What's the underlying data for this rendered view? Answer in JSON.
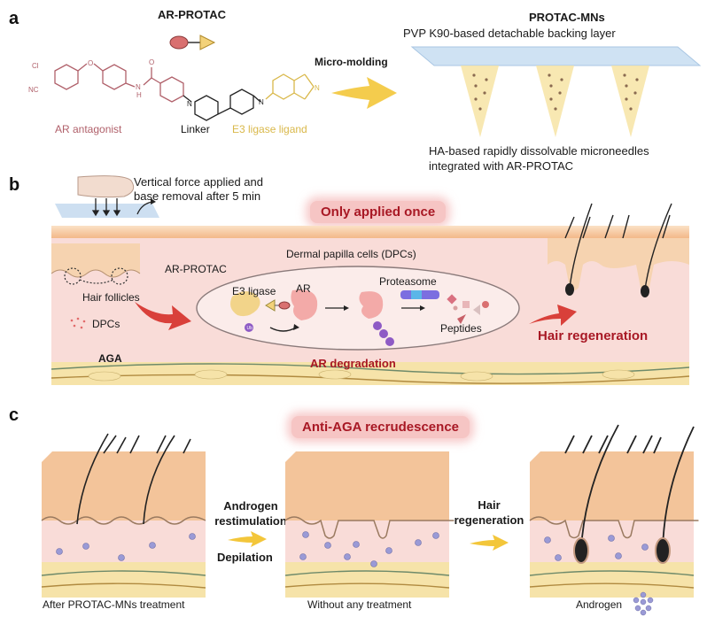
{
  "panels": {
    "a": {
      "letter": "a",
      "protac_title": "AR-PROTAC",
      "chem_labels": {
        "cl": "Cl",
        "nc": "NC",
        "o": "O",
        "n": "N",
        "h": "H",
        "nh": "NH"
      },
      "legend": {
        "antagonist": "AR antagonist",
        "linker": "Linker",
        "e3_ligand": "E3 ligase ligand"
      },
      "process_label": "Micro-molding",
      "mn_title": "PROTAC-MNs",
      "backing_label": "PVP K90-based detachable backing layer",
      "needle_label_line1": "HA-based rapidly dissolvable microneedles",
      "needle_label_line2": "integrated with AR-PROTAC"
    },
    "b": {
      "letter": "b",
      "force_label_line1": "Vertical force applied and",
      "force_label_line2": "base removal after 5 min",
      "badge": "Only applied once",
      "dpc_cell_title": "Dermal papilla cells (DPCs)",
      "protac_label": "AR-PROTAC",
      "hair_follicles": "Hair follicles",
      "dpcs": "DPCs",
      "aga": "AGA",
      "e3_ligase": "E3 ligase",
      "ar": "AR",
      "proteasome": "Proteasome",
      "peptides": "Peptides",
      "ub": "Ub",
      "ar_degradation": "AR degradation",
      "hair_regeneration": "Hair regeneration"
    },
    "c": {
      "letter": "c",
      "badge": "Anti-AGA recrudescence",
      "step1_line1": "Androgen",
      "step1_line2": "restimulation",
      "step1_line3": "Depilation",
      "step2_line1": "Hair",
      "step2_line2": "regeneration",
      "caption1": "After PROTAC-MNs treatment",
      "caption2": "Without any treatment",
      "legend_androgen": "Androgen"
    }
  },
  "colors": {
    "antagonist": "#b0606a",
    "e3_ligand": "#d9b84a",
    "badge_text": "#a81824",
    "skin_top": "#f3c49a",
    "dermis": "#f9dcd8",
    "arrow_yellow": "#f3c63a",
    "arrow_red": "#d9403a",
    "backing": "#bcd6ee",
    "androgen": "#9a9ad6"
  }
}
